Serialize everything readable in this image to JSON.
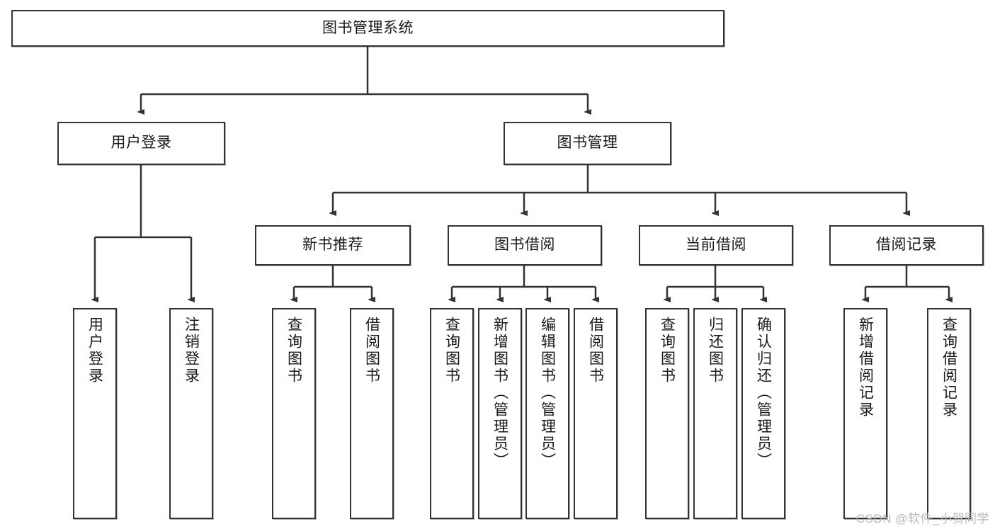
{
  "diagram": {
    "type": "tree-hierarchy",
    "title": "图书管理系统",
    "watermark": "CSDN @软件_小贺同学",
    "colors": {
      "box_border": "#333333",
      "box_fill": "#ffffff",
      "connector": "#333333",
      "text": "#1a1a1a",
      "watermark": "#b9b9b9"
    },
    "nodes": {
      "root": {
        "label": "图书管理系统"
      },
      "level1": [
        {
          "id": "user-login",
          "label": "用户登录"
        },
        {
          "id": "book-manage",
          "label": "图书管理"
        }
      ],
      "level2": [
        {
          "id": "new-book-recommend",
          "label": "新书推荐"
        },
        {
          "id": "book-borrow",
          "label": "图书借阅"
        },
        {
          "id": "current-borrow",
          "label": "当前借阅"
        },
        {
          "id": "borrow-record",
          "label": "借阅记录"
        }
      ],
      "leaves": {
        "user_login": [
          {
            "id": "leaf-user-login",
            "label": "用户登录"
          },
          {
            "id": "leaf-logout",
            "label": "注销登录"
          }
        ],
        "new_book_recommend": [
          {
            "id": "leaf-query-book-1",
            "label": "查询图书"
          },
          {
            "id": "leaf-borrow-book-1",
            "label": "借阅图书"
          }
        ],
        "book_borrow": [
          {
            "id": "leaf-query-book-2",
            "label": "查询图书"
          },
          {
            "id": "leaf-add-book",
            "label": "新增图书（管理员）"
          },
          {
            "id": "leaf-edit-book",
            "label": "编辑图书（管理员）"
          },
          {
            "id": "leaf-borrow-book-2",
            "label": "借阅图书"
          }
        ],
        "current_borrow": [
          {
            "id": "leaf-query-book-3",
            "label": "查询图书"
          },
          {
            "id": "leaf-return-book",
            "label": "归还图书"
          },
          {
            "id": "leaf-confirm-return",
            "label": "确认归还（管理员）"
          }
        ],
        "borrow_record": [
          {
            "id": "leaf-add-record",
            "label": "新增借阅记录"
          },
          {
            "id": "leaf-query-record",
            "label": "查询借阅记录"
          }
        ]
      }
    }
  }
}
